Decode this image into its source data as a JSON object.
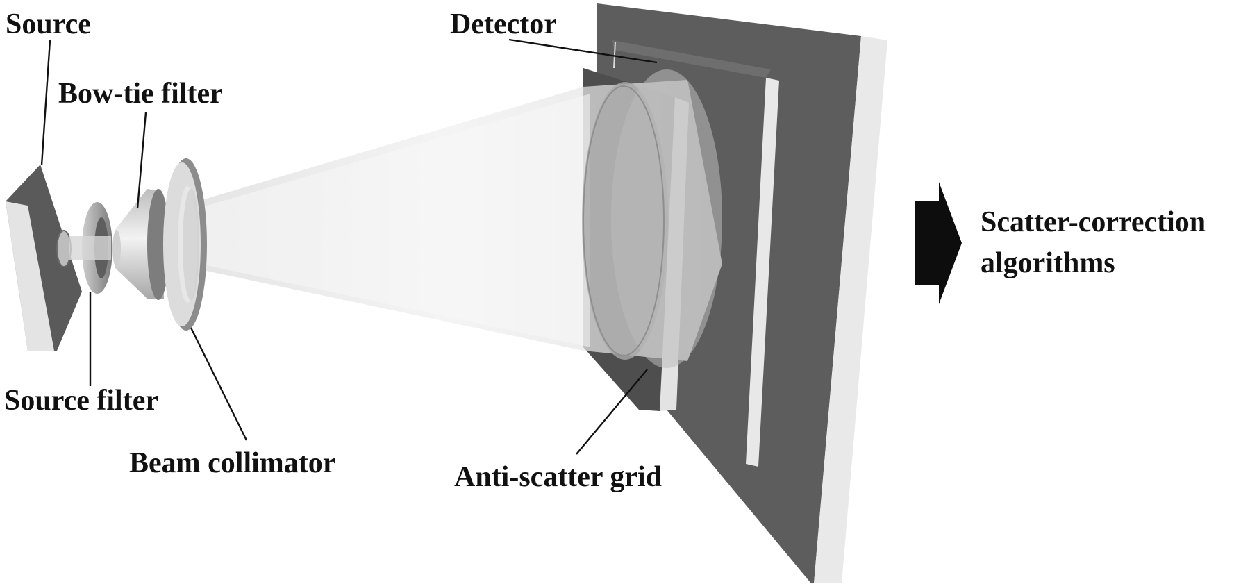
{
  "labels": {
    "source": "Source",
    "bowtie_filter": "Bow-tie filter",
    "detector": "Detector",
    "source_filter": "Source filter",
    "beam_collimator": "Beam collimator",
    "anti_scatter_grid": "Anti-scatter grid",
    "scatter_correction_line1": "Scatter-correction",
    "scatter_correction_line2": "algorithms"
  },
  "colors": {
    "dark_panel": "#5a5a5a",
    "light_edge": "#e6e6e6",
    "mid_gray": "#8a8a8a",
    "beam_light": "#f2f2f2",
    "text": "#111111"
  }
}
